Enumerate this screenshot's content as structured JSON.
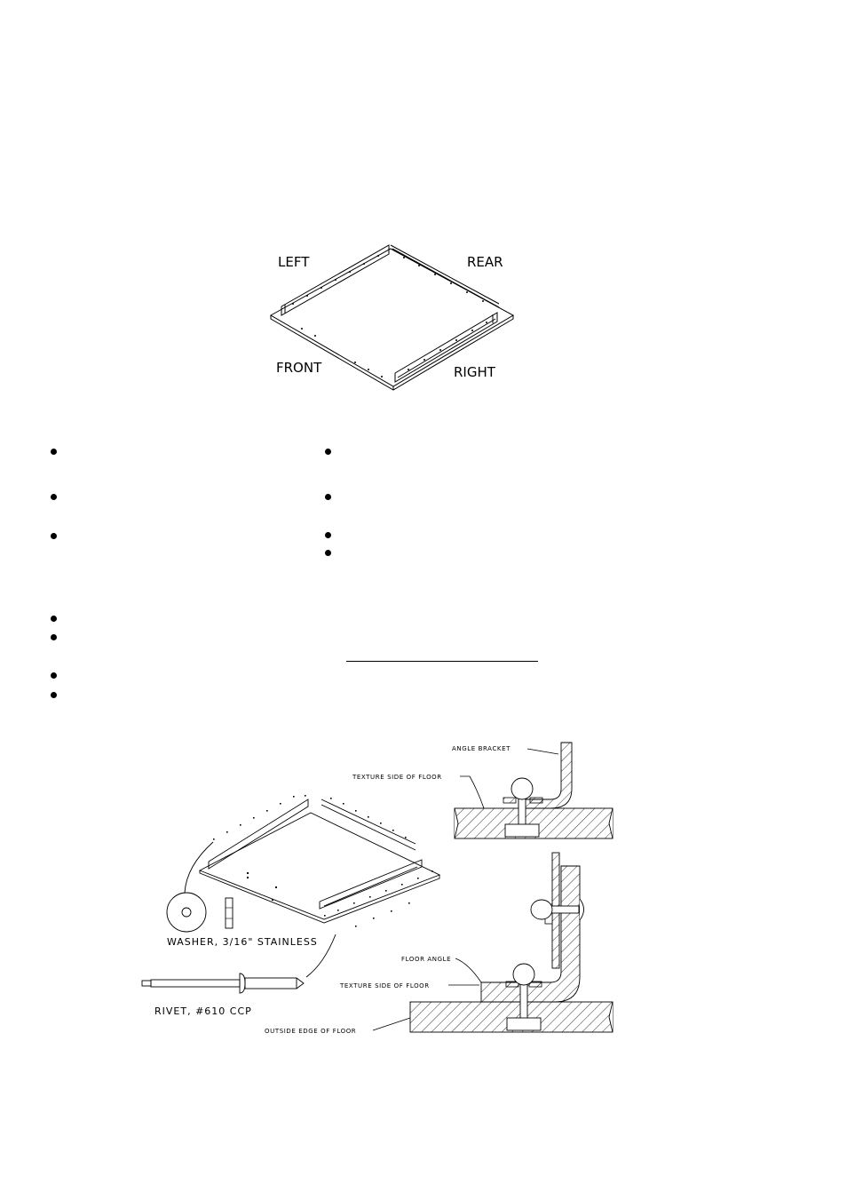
{
  "figure_top": {
    "labels": {
      "left": "LEFT",
      "rear": "REAR",
      "front": "FRONT",
      "right": "RIGHT"
    }
  },
  "figure_bottom": {
    "callouts": {
      "angle_bracket": "ANGLE BRACKET",
      "texture_side_1": "TEXTURE SIDE OF FLOOR",
      "floor_angle": "FLOOR ANGLE",
      "texture_side_2": "TEXTURE SIDE OF FLOOR",
      "outside_edge": "OUTSIDE EDGE OF FLOOR"
    },
    "parts": {
      "washer": "WASHER, 3/16\" STAINLESS",
      "rivet": "RIVET, #610 CCP"
    }
  }
}
